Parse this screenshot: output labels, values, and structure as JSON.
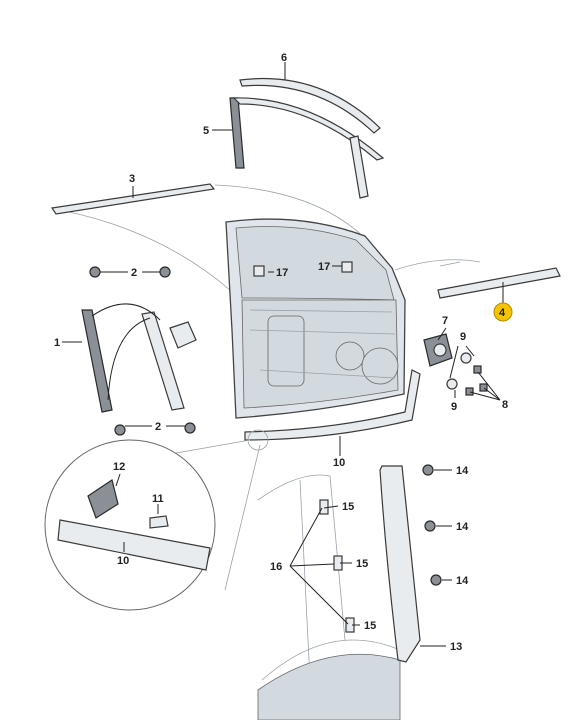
{
  "labels": {
    "l1": "1",
    "l2a": "2",
    "l2b": "2",
    "l3": "3",
    "l4": "4",
    "l5": "5",
    "l6": "6",
    "l7": "7",
    "l8": "8",
    "l9a": "9",
    "l9b": "9",
    "l10a": "10",
    "l10b": "10",
    "l11": "11",
    "l12": "12",
    "l13": "13",
    "l14a": "14",
    "l14b": "14",
    "l14c": "14",
    "l15a": "15",
    "l15b": "15",
    "l15c": "15",
    "l16": "16",
    "l17a": "17",
    "l17b": "17"
  },
  "colors": {
    "highlight": "#f5c300",
    "line": "#222222",
    "part_fill": "#e8ecef"
  }
}
